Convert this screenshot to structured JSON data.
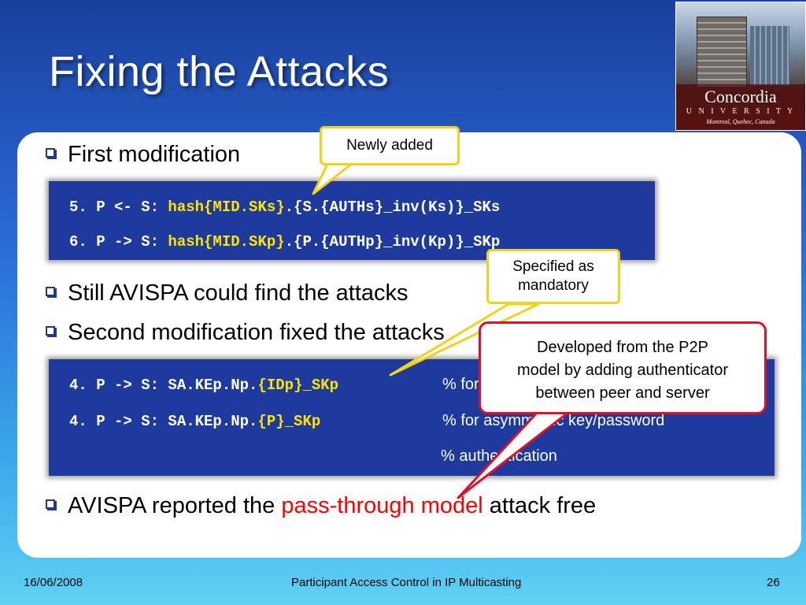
{
  "slide": {
    "title": "Fixing the Attacks"
  },
  "logo": {
    "name": "Concordia",
    "subtitle": "U N I V E R S I T Y",
    "location": "Montreal, Quebec, Canada"
  },
  "bullets": {
    "b1": "First modification",
    "b2": "Still AVISPA could find the attacks",
    "b3": "Second modification fixed the attacks",
    "b4_pre": "AVISPA reported the ",
    "b4_hl": "pass-through model",
    "b4_post": " attack free"
  },
  "code1": {
    "line1_pre": "5. P <- S: ",
    "line1_hl": "hash{MID.SKs}",
    "line1_post": ".{S.{AUTHs}_inv(Ks)}_SKs",
    "line2_pre": "6. P -> S: ",
    "line2_hl": "hash{MID.SKp}",
    "line2_post": ".{P.{AUTHp}_inv(Kp)}_SKp"
  },
  "code2": {
    "line1_pre": "4. P -> S: SA.KEp.Np.",
    "line1_hl": "{IDp}_SKp",
    "line1_comment": "% for asymmetric key",
    "line2_pre": "4. P -> S: SA.KEp.Np.",
    "line2_hl": "{P}_SKp",
    "line2_comment": "% for asymmetric key/password",
    "line3_comment": "% authentication"
  },
  "callouts": {
    "newly_added": "Newly added",
    "mandatory_1": "Specified as",
    "mandatory_2": "mandatory",
    "p2p_1": "Developed from the P2P",
    "p2p_2": "model by adding authenticator",
    "p2p_3": "between peer and server"
  },
  "footer": {
    "date": "16/06/2008",
    "title": "Participant Access Control in IP Multicasting",
    "page": "26"
  },
  "colors": {
    "code_bg": "#1e3a9e",
    "highlight_code": "#ffe400",
    "highlight_text": "#ff0000",
    "callout_yellow": "#f2d21a",
    "callout_red": "#e0102a"
  }
}
